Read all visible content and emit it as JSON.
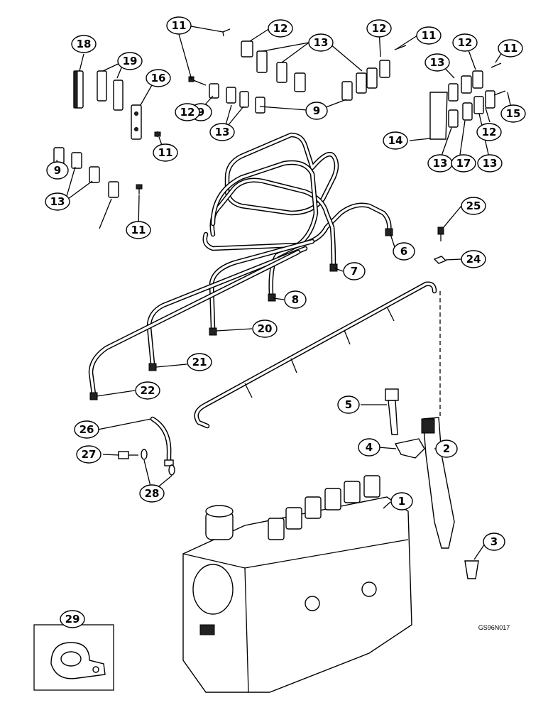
{
  "callouts": [
    {
      "label": "1"
    },
    {
      "label": "2"
    },
    {
      "label": "3"
    },
    {
      "label": "4"
    },
    {
      "label": "5"
    },
    {
      "label": "6"
    },
    {
      "label": "7"
    },
    {
      "label": "8"
    },
    {
      "label": "9"
    },
    {
      "label": "9"
    },
    {
      "label": "9"
    },
    {
      "label": "11"
    },
    {
      "label": "11"
    },
    {
      "label": "11"
    },
    {
      "label": "11"
    },
    {
      "label": "11"
    },
    {
      "label": "12"
    },
    {
      "label": "12"
    },
    {
      "label": "12"
    },
    {
      "label": "12"
    },
    {
      "label": "12"
    },
    {
      "label": "13"
    },
    {
      "label": "13"
    },
    {
      "label": "13"
    },
    {
      "label": "13"
    },
    {
      "label": "13"
    },
    {
      "label": "13"
    },
    {
      "label": "14"
    },
    {
      "label": "15"
    },
    {
      "label": "16"
    },
    {
      "label": "17"
    },
    {
      "label": "18"
    },
    {
      "label": "19"
    },
    {
      "label": "20"
    },
    {
      "label": "21"
    },
    {
      "label": "22"
    },
    {
      "label": "24"
    },
    {
      "label": "25"
    },
    {
      "label": "26"
    },
    {
      "label": "27"
    },
    {
      "label": "28"
    },
    {
      "label": "29"
    }
  ],
  "figure_code": "GS96N017"
}
